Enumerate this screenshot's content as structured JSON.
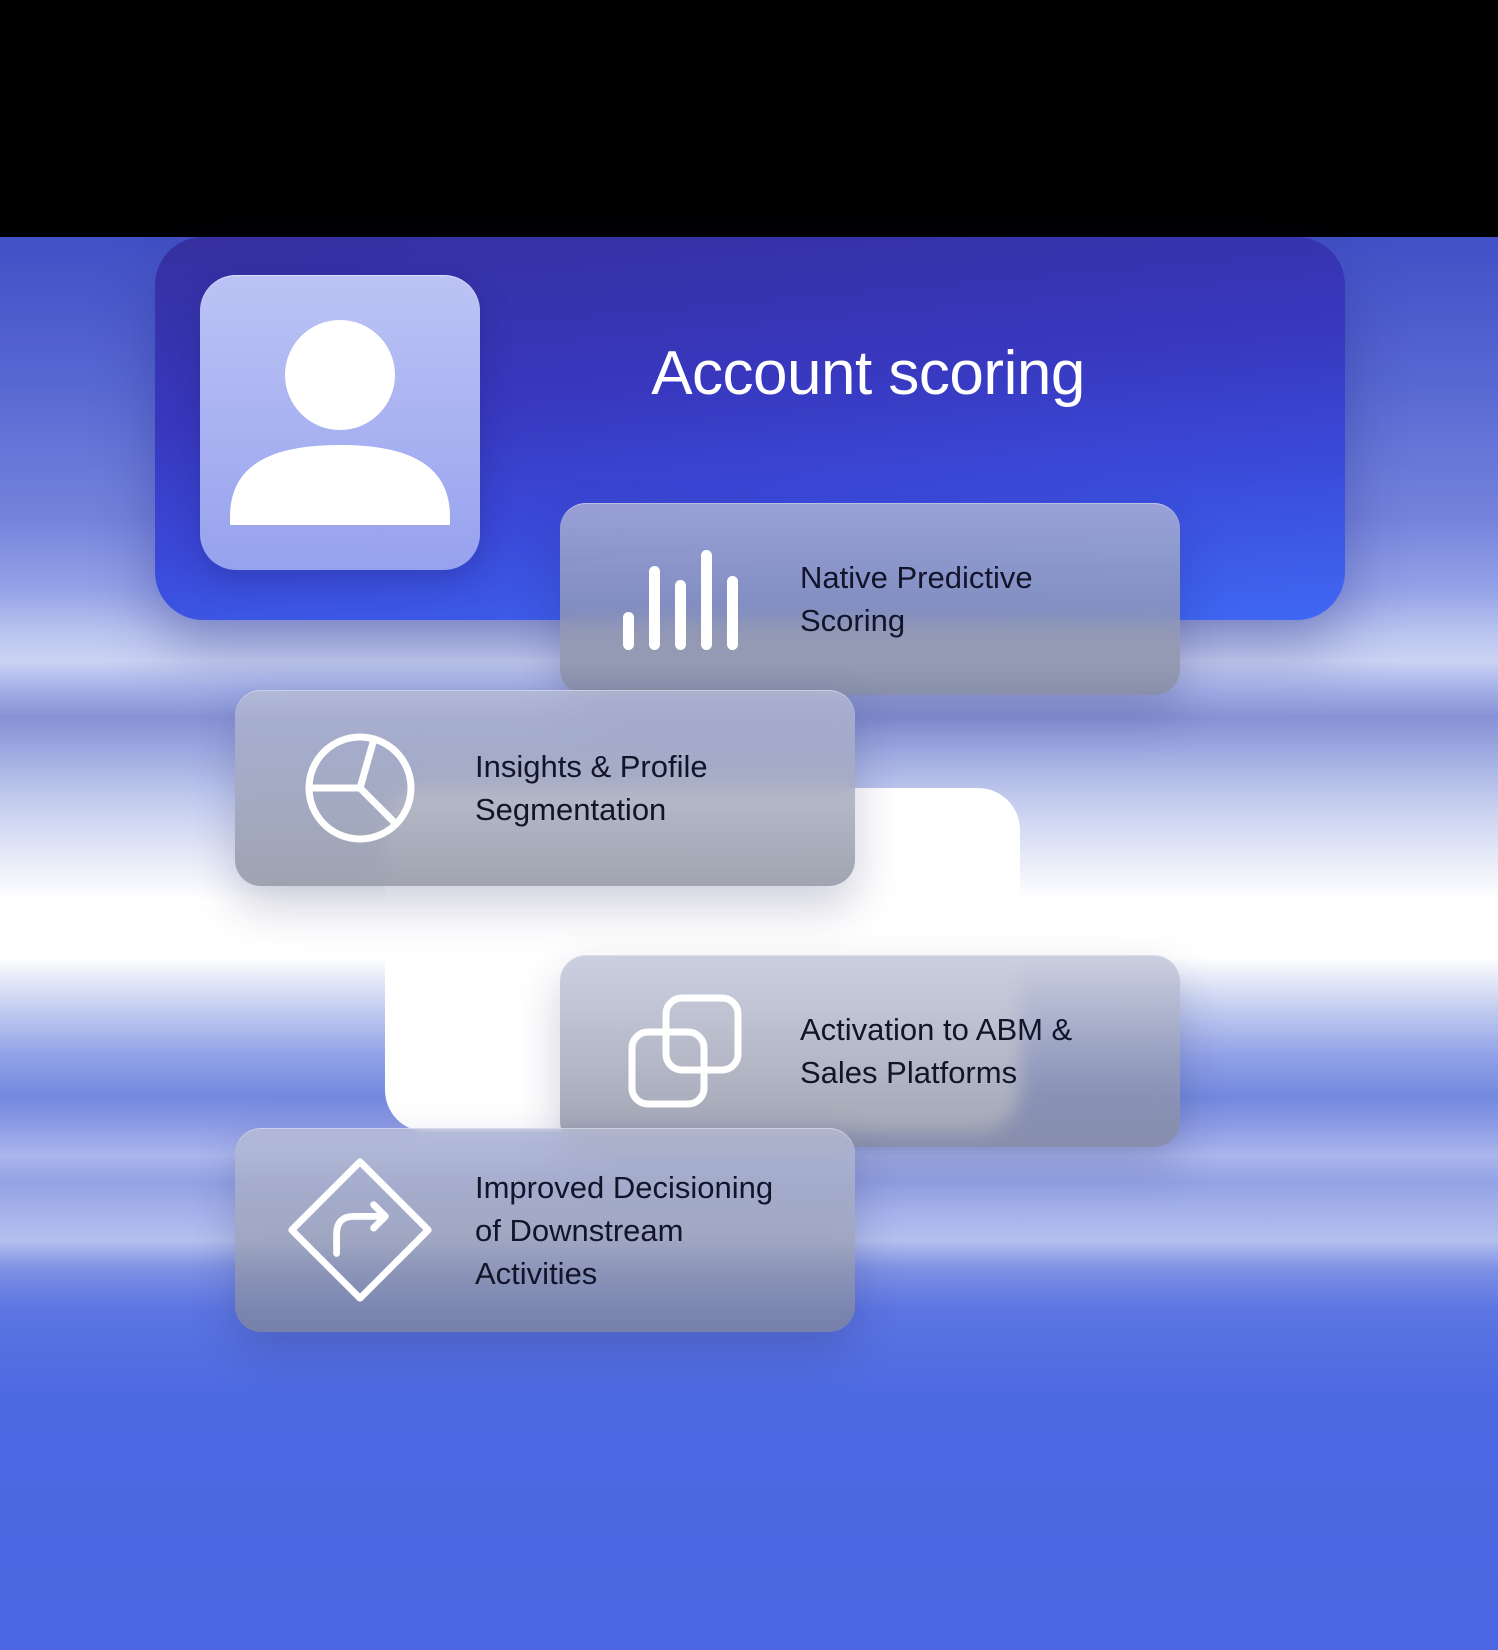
{
  "hero": {
    "title": "Account scoring"
  },
  "features": [
    {
      "name": "native-predictive-scoring",
      "icon": "bar-chart-icon",
      "text": "Native Predictive\nScoring"
    },
    {
      "name": "insights-profile-segmentation",
      "icon": "pie-chart-icon",
      "text": "Insights &  Profile\nSegmentation"
    },
    {
      "name": "activation-abm-sales-platforms",
      "icon": "overlapping-squares-icon",
      "text": "Activation to ABM &\nSales Platforms"
    },
    {
      "name": "improved-decisioning",
      "icon": "decision-loop-icon",
      "text": "Improved Decisioning\nof Downstream\nActivities"
    }
  ],
  "colors": {
    "hero_gradient_top": "#36309f",
    "hero_gradient_bottom": "#3f68f4",
    "avatar_tile": "#a9b2f0",
    "background_blue": "#4c68e2",
    "background_white_band": "#ffffff",
    "card_glass": "#9aa0b5",
    "card_text": "#12142a",
    "icon_color": "#ffffff",
    "top_band": "#000000"
  }
}
